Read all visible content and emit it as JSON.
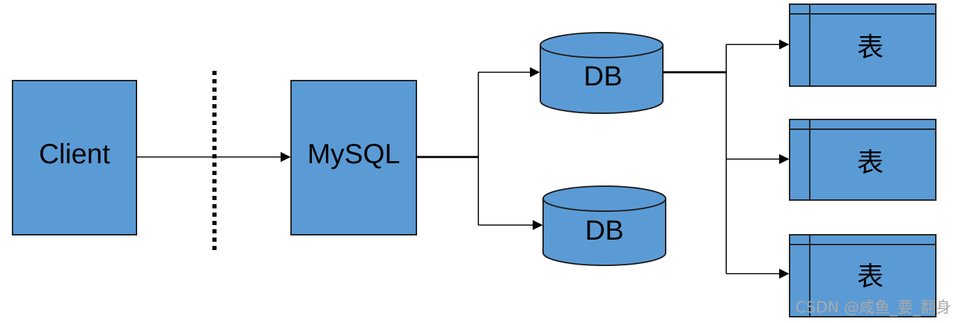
{
  "colors": {
    "box_fill": "#5b9bd5",
    "box_stroke": "#1f1f1f",
    "connector": "#000000",
    "watermark": "#a9a9a9"
  },
  "nodes": {
    "client": {
      "label": "Client"
    },
    "mysql": {
      "label": "MySQL"
    },
    "databases": [
      {
        "label": "DB"
      },
      {
        "label": "DB"
      }
    ],
    "tables": [
      {
        "label": "表"
      },
      {
        "label": "表"
      },
      {
        "label": "表"
      }
    ]
  },
  "watermark": "CSDN @咸鱼_要_翻身"
}
